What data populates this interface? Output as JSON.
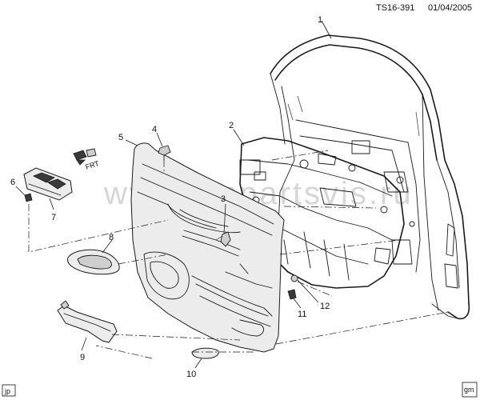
{
  "header": {
    "code": "TS16-391",
    "date": "01/04/2005"
  },
  "watermark": "www.gmpartsvis.ru",
  "front_marker": "FRT",
  "corner_tags": {
    "left": "jp",
    "right": "gm"
  },
  "callouts": [
    "1",
    "2",
    "3",
    "4",
    "5",
    "6",
    "7",
    "8",
    "9",
    "10",
    "11",
    "12"
  ]
}
